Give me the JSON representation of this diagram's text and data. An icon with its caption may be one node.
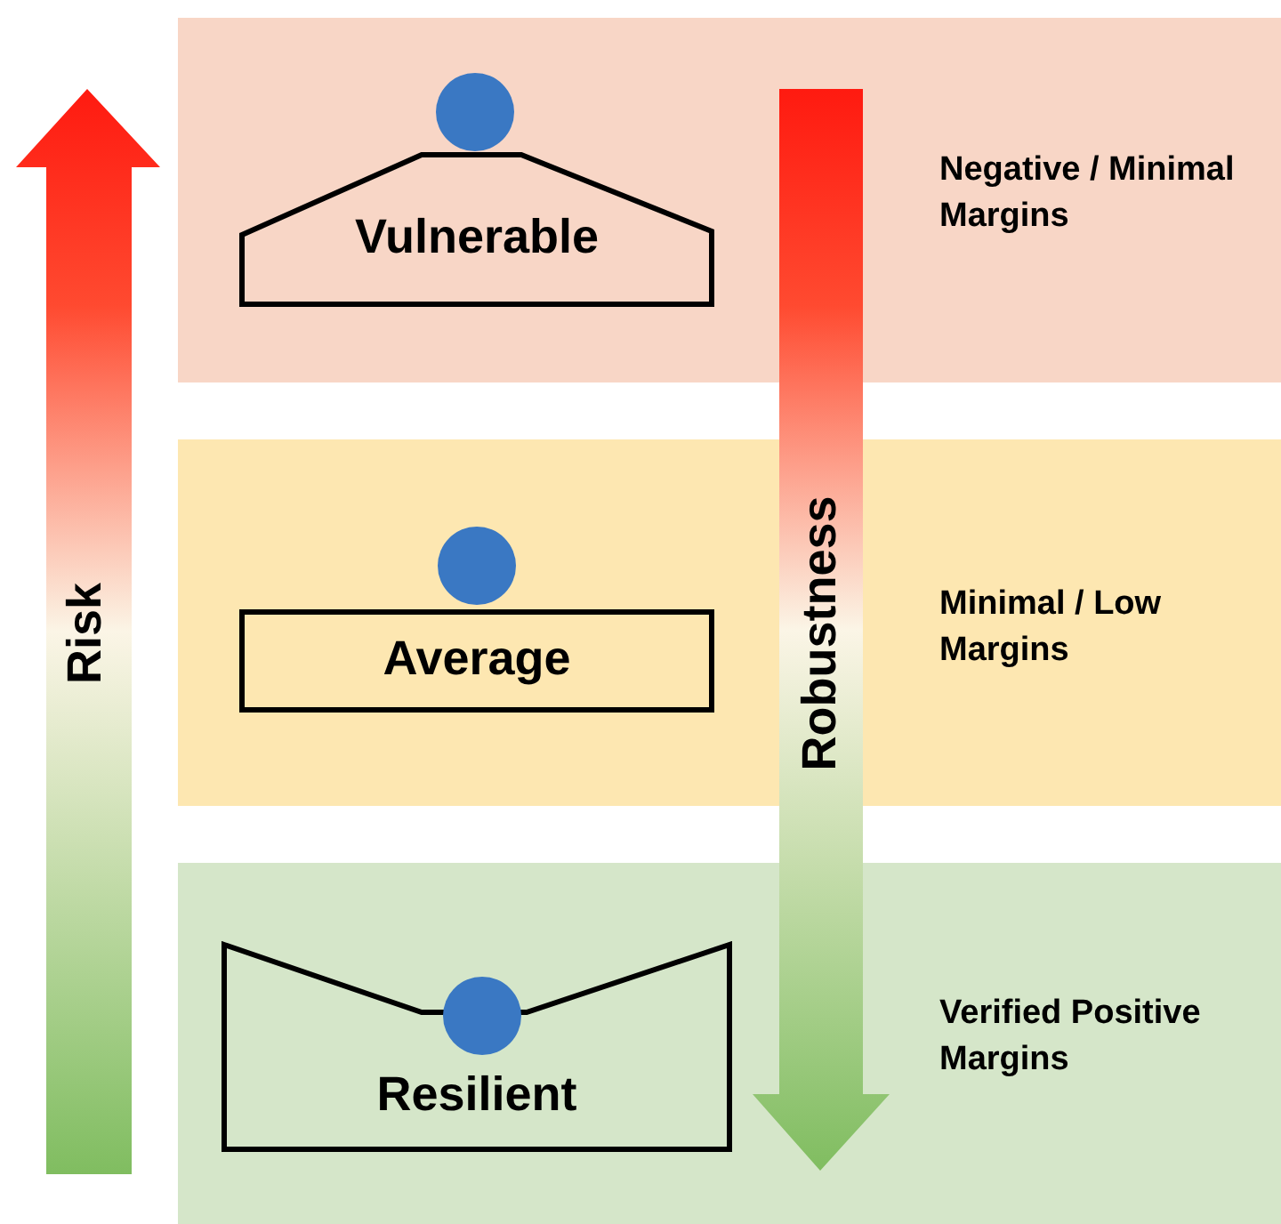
{
  "diagram": {
    "nodes": [
      {
        "text": [
          "Negative / Minimal Margins"
        ]
      },
      {
        "text": [
          "Vulnerable"
        ],
        "in": 0
      },
      {
        "text": [
          "Minimal / Low Margins"
        ]
      },
      {
        "text": [
          "Average"
        ],
        "in": 2
      },
      {
        "text": [
          "Verified Positive Margins"
        ]
      },
      {
        "text": [
          "Resilient"
        ],
        "in": 4
      }
    ],
    "edges": [],
    "labels": [
      "Risk",
      "Robustness"
    ]
  }
}
